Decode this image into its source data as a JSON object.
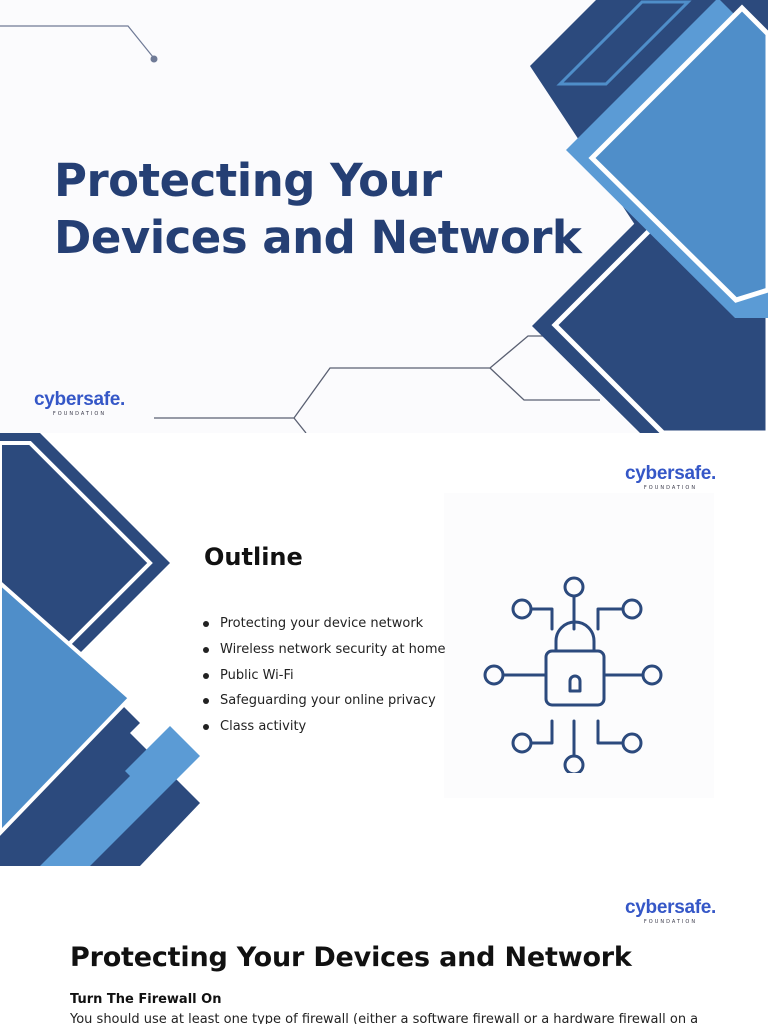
{
  "colors": {
    "navy": "#253f74",
    "dark_blue": "#2c4a7d",
    "mid_blue": "#4f8ec9",
    "light_blue": "#5b9bd5",
    "brand_blue": "#3557c7",
    "line_gray": "#5a6072"
  },
  "slide1": {
    "title_line1": "Protecting Your",
    "title_line2": "Devices and Network",
    "logo": {
      "name": "cybersafe.",
      "sub": "FOUNDATION"
    }
  },
  "slide2": {
    "logo": {
      "name": "cybersafe.",
      "sub": "FOUNDATION"
    },
    "heading": "Outline",
    "bullets": [
      "Protecting your device network",
      "Wireless network security at home",
      "Public Wi-Fi",
      "Safeguarding your online privacy",
      "Class activity"
    ],
    "icon": "network-padlock-icon"
  },
  "slide3": {
    "logo": {
      "name": "cybersafe.",
      "sub": "FOUNDATION"
    },
    "heading": "Protecting Your Devices and Network",
    "subheading": "Turn The Firewall On",
    "body": "You should use at least one type of firewall (either a software firewall or a hardware firewall on a"
  }
}
